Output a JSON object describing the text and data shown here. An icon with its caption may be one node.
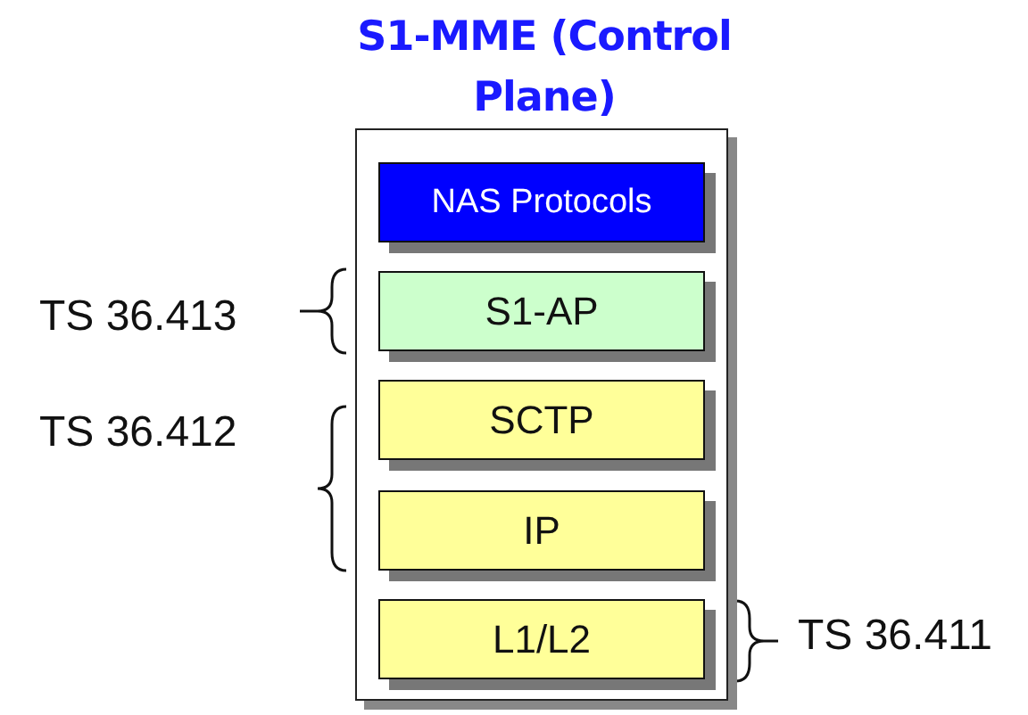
{
  "diagram": {
    "nodes": [
      {
        "text": [
          "S1-MME (Control Plane)"
        ]
      },
      {
        "text": [
          "NAS Protocols"
        ],
        "in": 0
      },
      {
        "text": [
          "S1-AP"
        ],
        "in": 0
      },
      {
        "text": [
          "SCTP"
        ],
        "in": 0
      },
      {
        "text": [
          "IP"
        ],
        "in": 0
      },
      {
        "text": [
          "L1/L2"
        ],
        "in": 0
      }
    ],
    "labels": [
      "TS 36.413",
      "TS 36.412",
      "TS 36.411"
    ]
  }
}
